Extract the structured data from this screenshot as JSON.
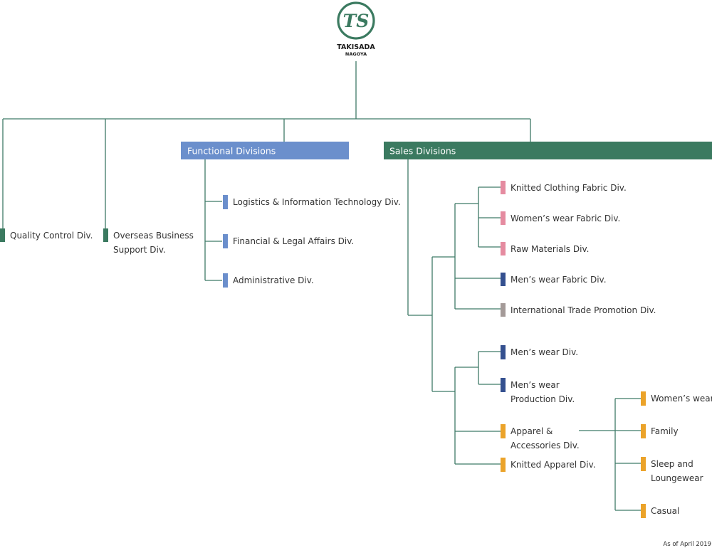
{
  "colors": {
    "line": "#3f7a67",
    "functional": "#6b8fcc",
    "sales": "#3b7a60",
    "corporate": "#3b7a60",
    "pink": "#e58ba0",
    "navy": "#34508f",
    "gray": "#a49a98",
    "orange": "#eba32a",
    "logo": "#3b7a60"
  },
  "logo": {
    "mark": "TS",
    "name": "TAKISADA",
    "sub": "NAGOYA"
  },
  "headers": {
    "functional": "Functional Divisions",
    "sales": "Sales Divisions"
  },
  "corporate": [
    {
      "lines": [
        "Quality Control Div."
      ]
    },
    {
      "lines": [
        "Overseas Business",
        "Support Div."
      ]
    }
  ],
  "functional": [
    {
      "lines": [
        "Logistics & Information Technology Div."
      ]
    },
    {
      "lines": [
        "Financial & Legal Affairs Div."
      ]
    },
    {
      "lines": [
        "Administrative Div."
      ]
    }
  ],
  "sales_group_a": [
    {
      "lines": [
        "Knitted Clothing Fabric Div."
      ],
      "color": "pink"
    },
    {
      "lines": [
        "Women’s wear Fabric Div."
      ],
      "color": "pink"
    },
    {
      "lines": [
        "Raw Materials Div."
      ],
      "color": "pink"
    },
    {
      "lines": [
        "Men’s wear Fabric Div."
      ],
      "color": "navy"
    },
    {
      "lines": [
        "International Trade Promotion Div."
      ],
      "color": "gray"
    }
  ],
  "sales_group_b": [
    {
      "lines": [
        "Men’s wear Div."
      ],
      "color": "navy"
    },
    {
      "lines": [
        "Men’s wear",
        "Production Div."
      ],
      "color": "navy"
    },
    {
      "lines": [
        "Apparel &",
        "Accessories Div."
      ],
      "color": "orange"
    },
    {
      "lines": [
        "Knitted Apparel Div."
      ],
      "color": "orange"
    }
  ],
  "apparel_sub": [
    {
      "lines": [
        "Women’s wear"
      ],
      "color": "orange"
    },
    {
      "lines": [
        "Family"
      ],
      "color": "orange"
    },
    {
      "lines": [
        "Sleep and",
        "Loungewear"
      ],
      "color": "orange"
    },
    {
      "lines": [
        "Casual"
      ],
      "color": "orange"
    }
  ],
  "note": "As of April 2019"
}
